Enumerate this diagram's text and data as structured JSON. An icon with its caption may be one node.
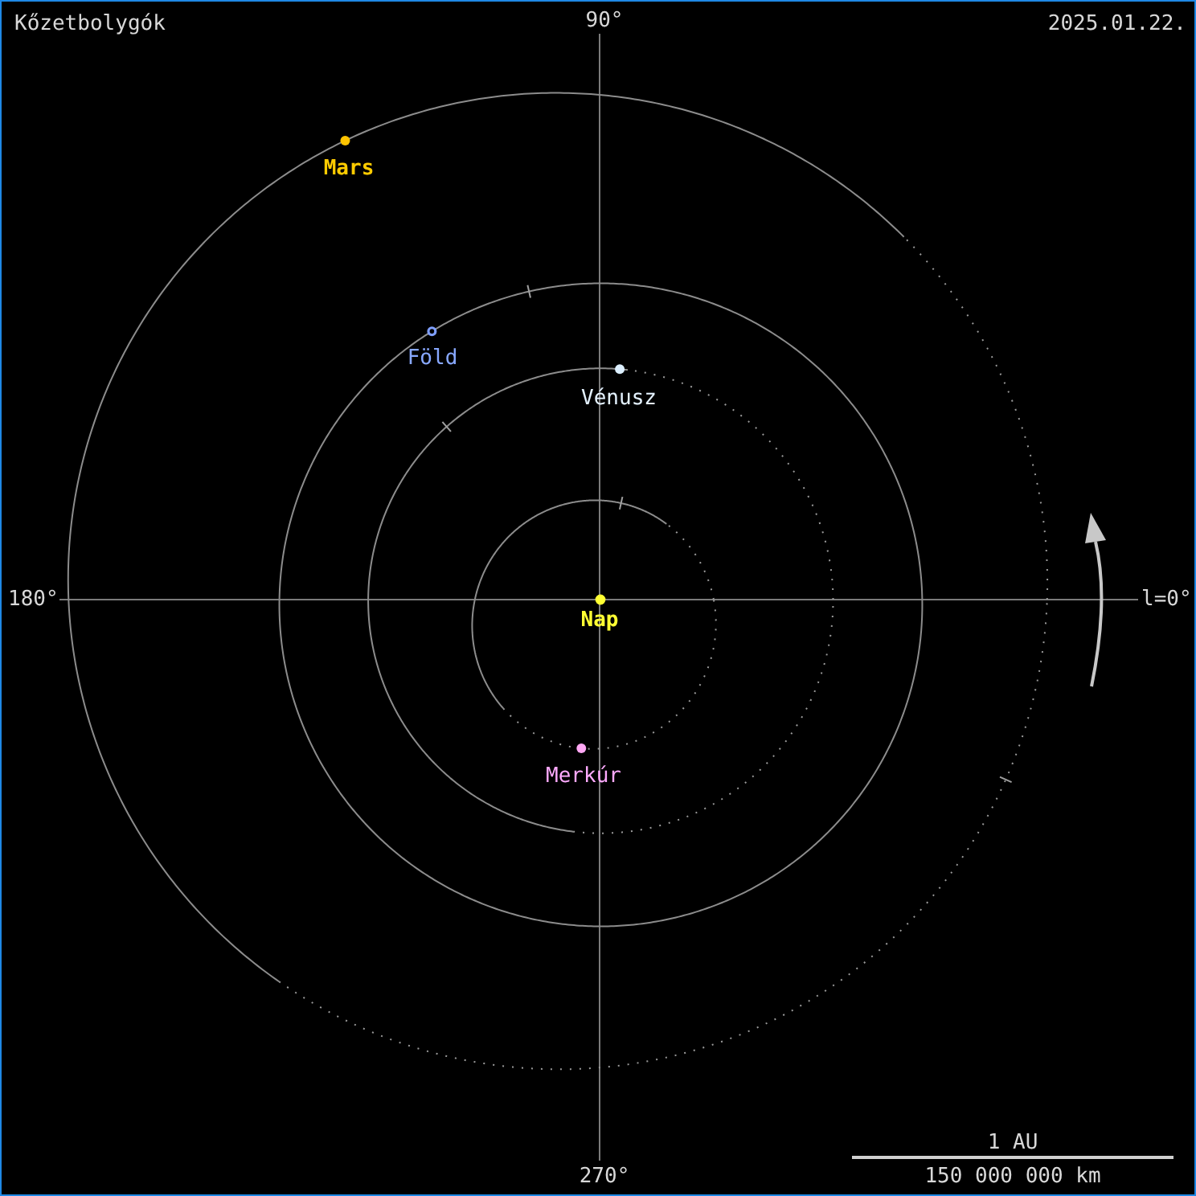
{
  "diagram": {
    "title": "Kőzetbolygók",
    "labels": [
      "90°",
      "2025.01.22.",
      "Mars",
      "Föld",
      "Vénusz",
      "180°",
      "Nap",
      "l=0°",
      "Merkúr",
      "1 AU",
      "270°",
      "150 000 000 km"
    ]
  }
}
